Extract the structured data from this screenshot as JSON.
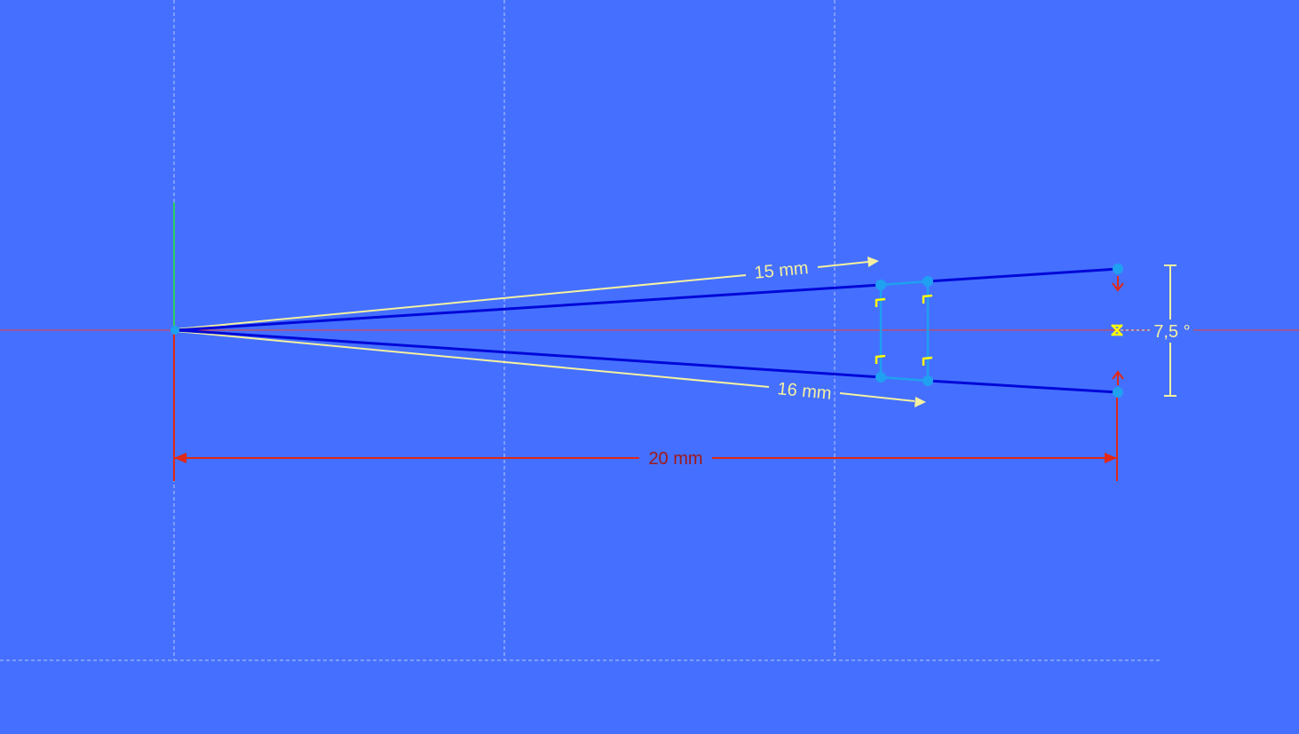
{
  "viewport": {
    "background_color": "#4570FF",
    "grid_color": "#B7C6F0",
    "axis_h_color": "#F04030",
    "axis_v_color": "#30D060"
  },
  "sketch": {
    "geometry_color": "#0008D8",
    "selected_color": "#1FA0F0",
    "constraint_icon_color": "#FFFF00"
  },
  "dimensions": {
    "color": "#F4F0A0",
    "horizontal_color": "#E02818",
    "horizontal_label_color": "#A01818",
    "upper_length_label": "15 mm",
    "lower_length_label": "16 mm",
    "horizontal_distance_label": "20 mm",
    "angle_label": "7,5 °"
  }
}
